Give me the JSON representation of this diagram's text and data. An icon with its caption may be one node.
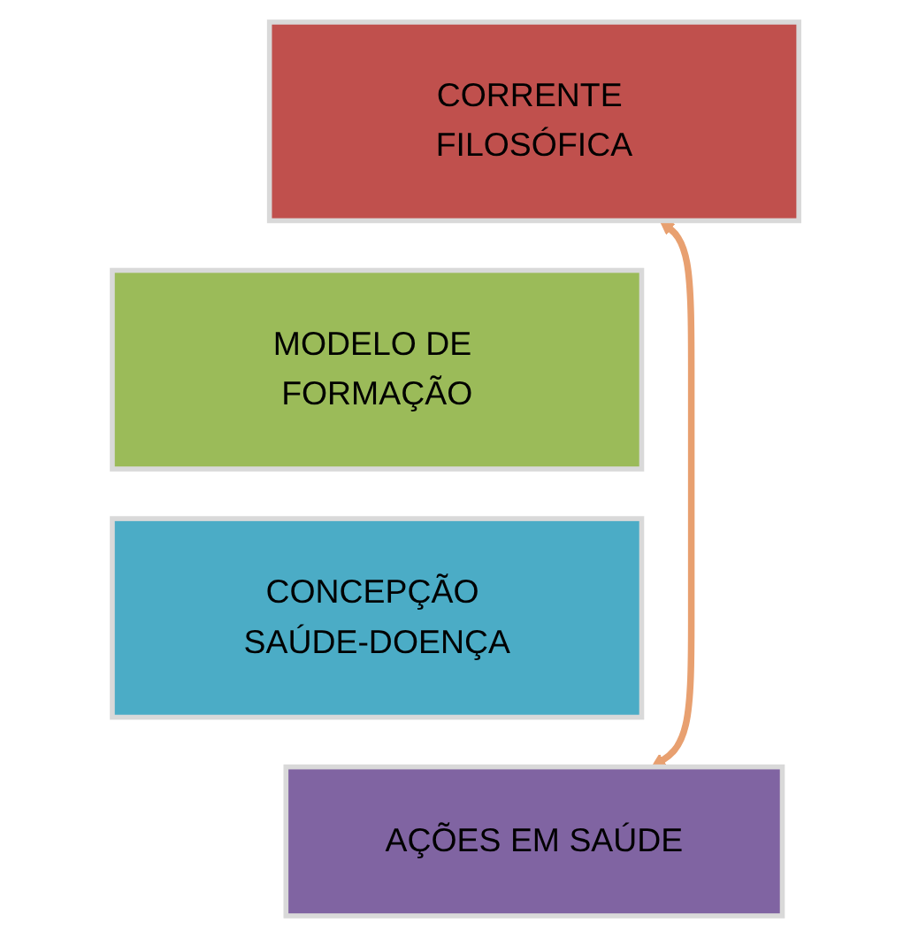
{
  "diagram": {
    "nodes": [
      {
        "text": [
          "CORRENTE FILOSÓFICA"
        ]
      },
      {
        "text": [
          "MODELO DE FORMAÇÃO"
        ]
      },
      {
        "text": [
          "CONCEPÇÃO SAÚDE-DOENÇA"
        ]
      },
      {
        "text": [
          "AÇÕES EM SAÚDE"
        ]
      }
    ],
    "edges": [
      {
        "from": 0,
        "to": 3,
        "arrow": "both"
      }
    ]
  }
}
